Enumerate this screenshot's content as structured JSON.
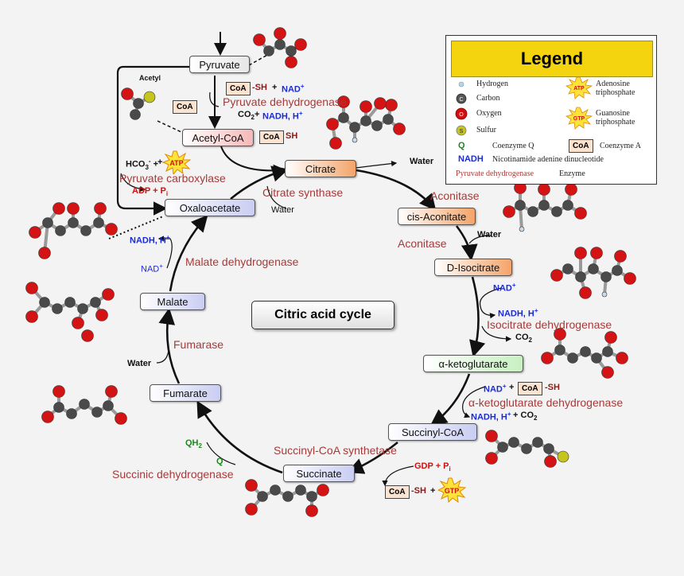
{
  "title": "Citric acid cycle",
  "nodes": {
    "pyruvate": "Pyruvate",
    "acetyl_coa": "Acetyl-CoA",
    "citrate": "Citrate",
    "cis_aconitate": "cis-Aconitate",
    "d_isocitrate": "D-Isocitrate",
    "ketoglutarate": "α-ketoglutarate",
    "succinyl_coa": "Succinyl-CoA",
    "succinate": "Succinate",
    "fumarate": "Fumarate",
    "malate": "Malate",
    "oxaloacetate": "Oxaloacetate"
  },
  "enzymes": {
    "pyruvate_dh": "Pyruvate dehydrogenase",
    "pyruvate_carboxylase": "Pyruvate carboxylase",
    "citrate_synthase": "Citrate synthase",
    "aconitase_1": "Aconitase",
    "aconitase_2": "Aconitase",
    "isocitrate_dh": "Isocitrate dehydrogenase",
    "ketoglutarate_dh": "α-ketoglutarate dehydrogenase",
    "succinyl_coa_synthetase": "Succinyl-CoA synthetase",
    "succinic_dh": "Succinic dehydrogenase",
    "fumarase": "Fumarase",
    "malate_dh": "Malate dehydrogenase"
  },
  "cofactors": {
    "acetyl_label": "Acetyl",
    "water": "Water",
    "coa": "CoA",
    "sh": "-SH",
    "nad_plus": "NAD",
    "nadh_h": "NADH, H",
    "co2": "CO",
    "hco3": "HCO",
    "atp": "ATP",
    "gtp": "GTP",
    "adp_pi": "ADP + P",
    "gdp_pi": "GDP + P",
    "qh2": "QH",
    "q": "Q",
    "plus": "+",
    "sub_i": "i",
    "sub_2": "2",
    "sub_3": "3",
    "sup_plus": "+",
    "sup_minus": "-"
  },
  "legend": {
    "title": "Legend",
    "hydrogen": "Hydrogen",
    "carbon": "Carbon",
    "oxygen": "Oxygen",
    "sulfur": "Sulfur",
    "coenzyme_q_symbol": "Q",
    "coenzyme_q": "Coenzyme Q",
    "nadh_symbol": "NADH",
    "nadh": "Nicotinamide adenine dinucleotide",
    "enzyme_example": "Pyruvate dehydrogenase",
    "enzyme": "Enzyme",
    "atp_symbol": "ATP",
    "atp_1": "Adenosine",
    "atp_2": "triphosphate",
    "gtp_symbol": "GTP",
    "gtp_1": "Guanosine",
    "gtp_2": "triphosphate",
    "coa_symbol": "CoA",
    "coa": "Coenzyme A",
    "atom_c": "C",
    "atom_o": "O",
    "atom_s": "S"
  },
  "colors": {
    "enzyme": "#a63a3a",
    "nadh": "#1b2bd6",
    "atp": "#d01010",
    "coenzyme_q": "#1b8a1b",
    "legend_title_bg": "#f4d30f"
  }
}
